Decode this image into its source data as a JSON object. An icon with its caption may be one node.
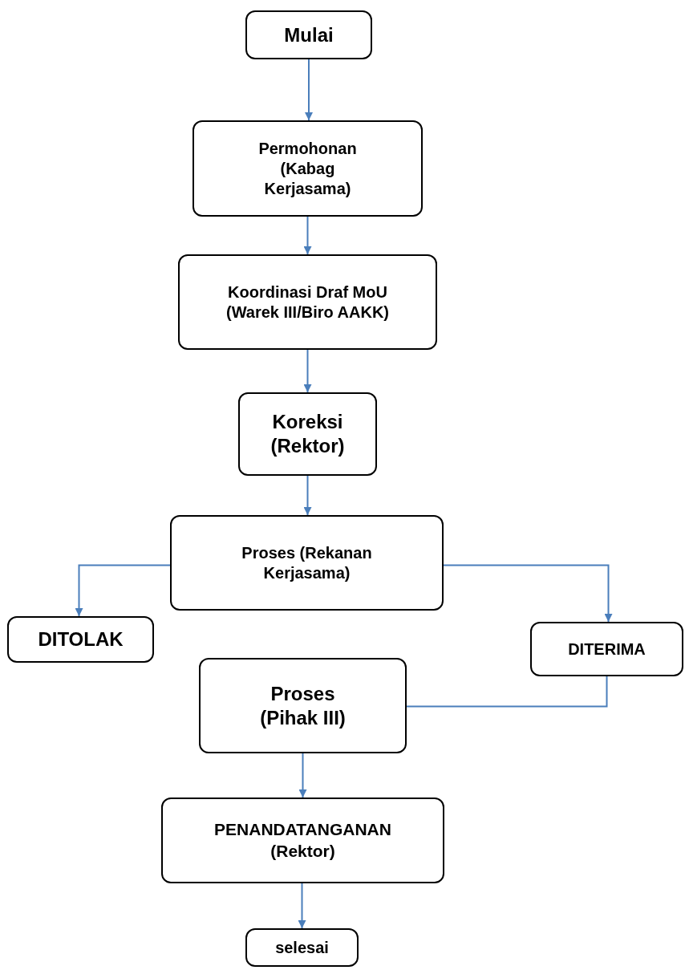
{
  "diagram": {
    "nodes": [
      {
        "text": [
          "Mulai"
        ]
      },
      {
        "text": [
          "Permohonan (Kabag Kerjasama)"
        ]
      },
      {
        "text": [
          "Koordinasi Draf MoU (Warek III/Biro AAKK)"
        ]
      },
      {
        "text": [
          "Koreksi (Rektor)"
        ]
      },
      {
        "text": [
          "Proses (Rekanan Kerjasama)"
        ]
      },
      {
        "text": [
          "DITOLAK"
        ]
      },
      {
        "text": [
          "DITERIMA"
        ]
      },
      {
        "text": [
          "Proses (Pihak III)"
        ]
      },
      {
        "text": [
          "PENANDATANGANAN (Rektor)"
        ]
      },
      {
        "text": [
          "selesai"
        ]
      }
    ],
    "edges": [
      {
        "from": 0,
        "to": 1,
        "arrow": "to"
      },
      {
        "from": 1,
        "to": 2,
        "arrow": "to"
      },
      {
        "from": 2,
        "to": 3,
        "arrow": "to"
      },
      {
        "from": 3,
        "to": 4,
        "arrow": "to"
      },
      {
        "from": 4,
        "to": 5,
        "arrow": "to"
      },
      {
        "from": 4,
        "to": 6,
        "arrow": "to"
      },
      {
        "from": 6,
        "to": 7,
        "arrow": "none"
      },
      {
        "from": 7,
        "to": 8,
        "arrow": "to"
      },
      {
        "from": 8,
        "to": 9,
        "arrow": "to"
      }
    ]
  }
}
